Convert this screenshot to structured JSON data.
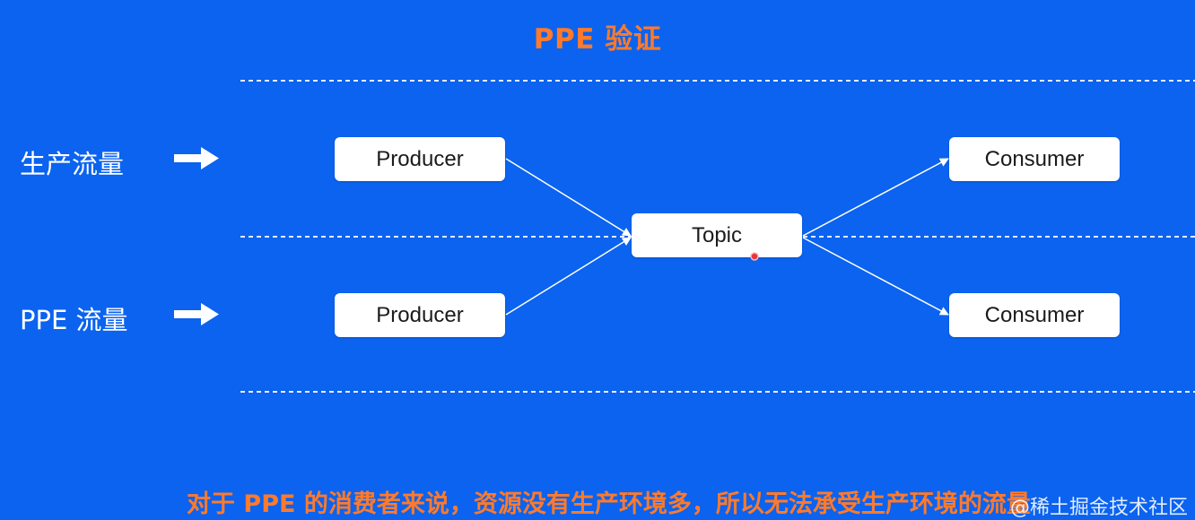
{
  "title": "PPE 验证",
  "side_labels": {
    "production": "生产流量",
    "ppe": "PPE 流量"
  },
  "nodes": {
    "producer_top": "Producer",
    "producer_bottom": "Producer",
    "topic": "Topic",
    "consumer_top": "Consumer",
    "consumer_bottom": "Consumer"
  },
  "caption": "对于 PPE 的消费者来说，资源没有生产环境多，所以无法承受生产环境的流量",
  "watermark": "@稀土掘金技术社区",
  "colors": {
    "background": "#0b63ef",
    "accent": "#ff7a2b",
    "node_fill": "#ffffff",
    "edge": "#ffffff"
  }
}
